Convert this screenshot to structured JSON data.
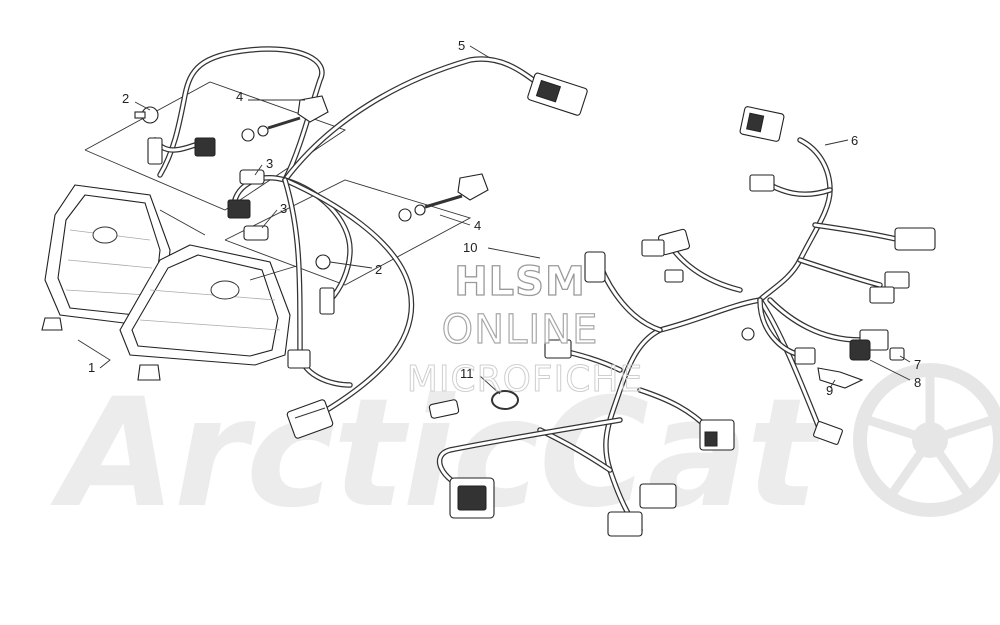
{
  "watermark": {
    "brand": "ArcticCat",
    "line1": "HLSM",
    "line2": "ONLINE",
    "line3": "MICROFICHE"
  },
  "callouts": [
    {
      "id": "c1",
      "label": "1"
    },
    {
      "id": "c2a",
      "label": "2"
    },
    {
      "id": "c2b",
      "label": "2"
    },
    {
      "id": "c3a",
      "label": "3"
    },
    {
      "id": "c3b",
      "label": "3"
    },
    {
      "id": "c4a",
      "label": "4"
    },
    {
      "id": "c4b",
      "label": "4"
    },
    {
      "id": "c5",
      "label": "5"
    },
    {
      "id": "c6",
      "label": "6"
    },
    {
      "id": "c7",
      "label": "7"
    },
    {
      "id": "c8",
      "label": "8"
    },
    {
      "id": "c9",
      "label": "9"
    },
    {
      "id": "c10",
      "label": "10"
    },
    {
      "id": "c11",
      "label": "11"
    }
  ]
}
